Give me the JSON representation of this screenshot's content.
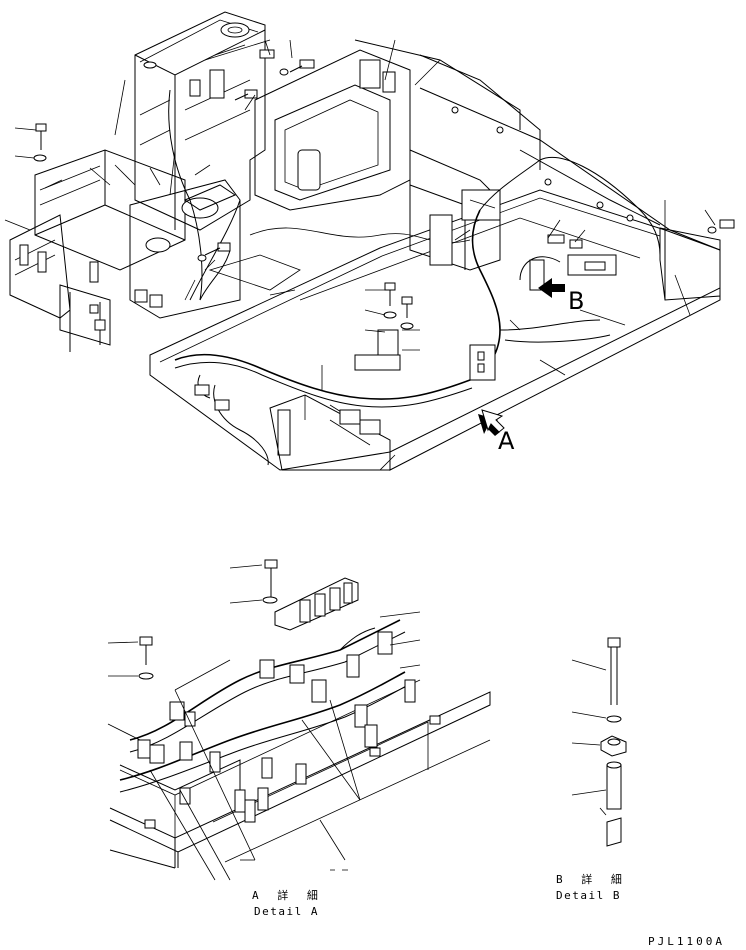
{
  "diagram": {
    "view_labels": {
      "arrow_a": "A",
      "arrow_b": "B"
    },
    "detail_a": {
      "caption_jp": "A 詳 細",
      "caption_en": "Detail A"
    },
    "detail_b": {
      "caption_jp": "B 詳 細",
      "caption_en": "Detail B"
    },
    "drawing_number": "PJL1100A"
  }
}
